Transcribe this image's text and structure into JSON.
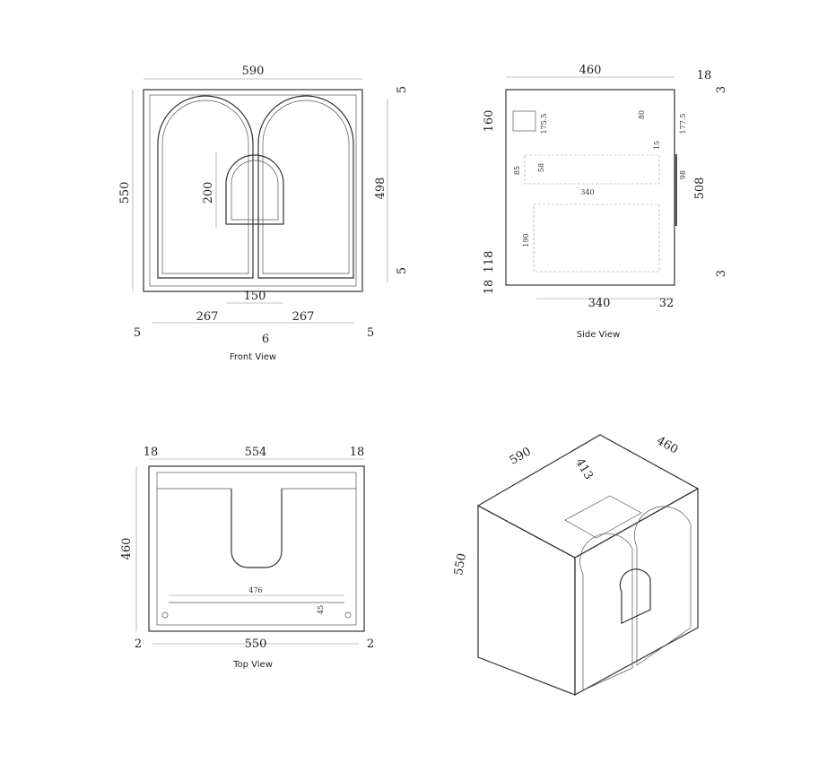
{
  "front_view": {
    "caption": "Front View",
    "dims": {
      "width": "590",
      "height": "550",
      "handle_height": "200",
      "door_height": "498",
      "top_gap": "5",
      "bottom_gap": "5",
      "handle_width": "150",
      "left_door": "267",
      "right_door": "267",
      "left_edge": "5",
      "center_gap": "6",
      "right_edge": "5"
    }
  },
  "side_view": {
    "caption": "Side View",
    "dims": {
      "depth": "460",
      "top_panel": "18",
      "top_offset": "3",
      "bracket": "160",
      "to_drawer": "175.5",
      "small_80": "80",
      "right_177": "177.5",
      "gap_15": "15",
      "drawer_85": "85",
      "drawer_58": "58",
      "drawer_98": "98",
      "door_508": "508",
      "drawer_340": "340",
      "lower_190": "190",
      "base_118": "118",
      "base_18": "18",
      "bottom_offset": "3",
      "bottom_340": "340",
      "bottom_32": "32"
    }
  },
  "top_view": {
    "caption": "Top View",
    "dims": {
      "left_side": "18",
      "inner": "554",
      "right_side": "18",
      "depth": "460",
      "rail": "476",
      "rail_depth": "45",
      "left_gap": "2",
      "outer": "550",
      "right_gap": "2"
    }
  },
  "iso_view": {
    "dims": {
      "width": "590",
      "depth": "460",
      "height": "550",
      "internal": "413"
    }
  }
}
